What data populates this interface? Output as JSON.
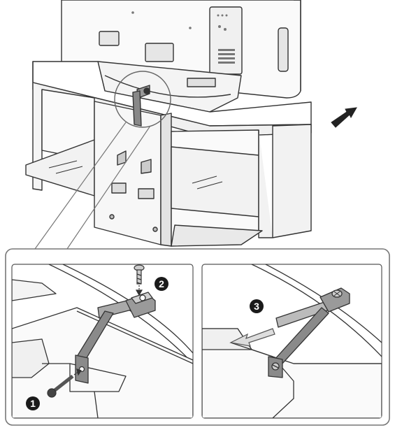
{
  "steps": [
    {
      "label": "1"
    },
    {
      "label": "2"
    },
    {
      "label": "3"
    }
  ],
  "colors": {
    "line": "#333333",
    "metal": "#8a8a8a",
    "metal_light": "#cfcfcf",
    "panel_bg": "#ffffff",
    "badge": "#1a1a1a",
    "glass": "#f2f2f2",
    "shade": "#dcdcdc"
  },
  "icons": {
    "direction_arrow": "arrow-icon",
    "screw": "screw-icon"
  }
}
